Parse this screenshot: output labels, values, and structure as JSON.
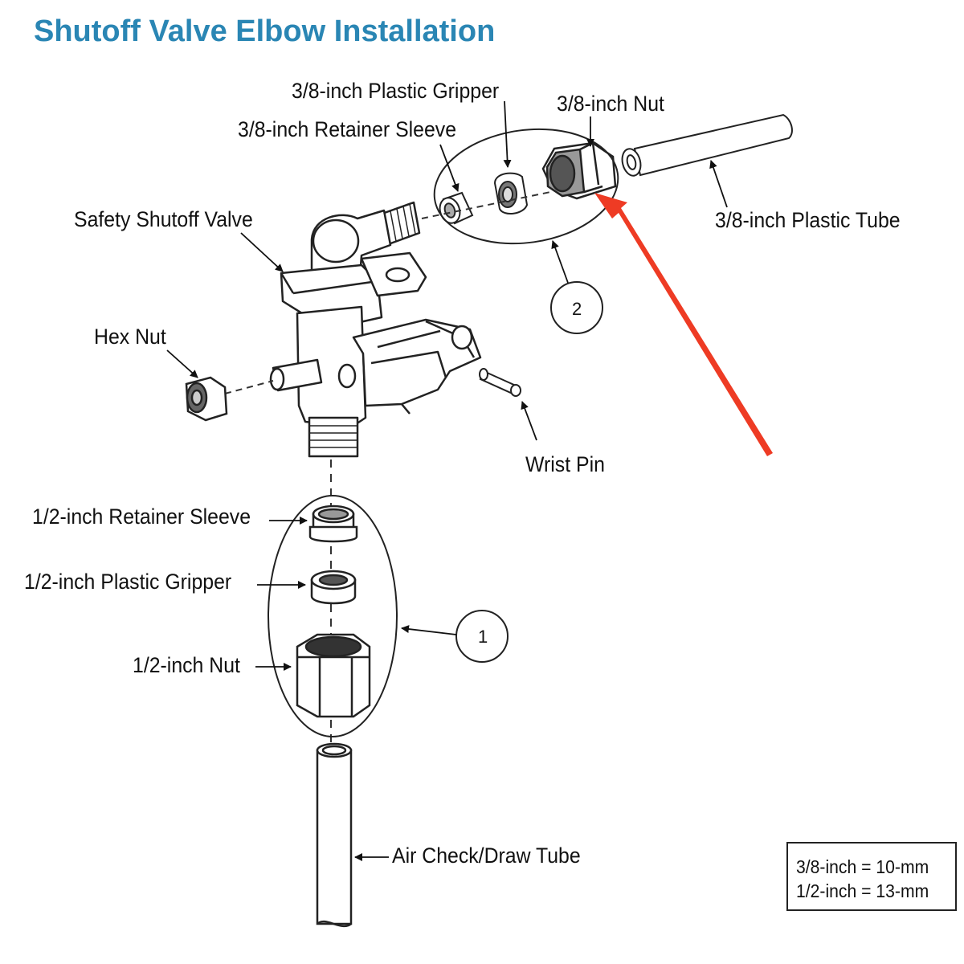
{
  "title": "Shutoff Valve Elbow Installation",
  "labels": {
    "plastic_gripper_38": "3/8-inch Plastic Gripper",
    "nut_38": "3/8-inch Nut",
    "retainer_sleeve_38": "3/8-inch Retainer Sleeve",
    "safety_shutoff_valve": "Safety Shutoff Valve",
    "plastic_tube_38": "3/8-inch Plastic Tube",
    "hex_nut": "Hex Nut",
    "wrist_pin": "Wrist Pin",
    "retainer_sleeve_12": "1/2-inch Retainer Sleeve",
    "plastic_gripper_12": "1/2-inch Plastic Gripper",
    "nut_12": "1/2-inch Nut",
    "air_check_draw_tube": "Air Check/Draw Tube"
  },
  "callouts": {
    "one": "1",
    "two": "2"
  },
  "conversion": {
    "line1": "3/8-inch = 10-mm",
    "line2": "1/2-inch = 13-mm"
  },
  "colors": {
    "title": "#2a86b4",
    "highlight_arrow": "#ee3b24",
    "line": "#222222"
  }
}
